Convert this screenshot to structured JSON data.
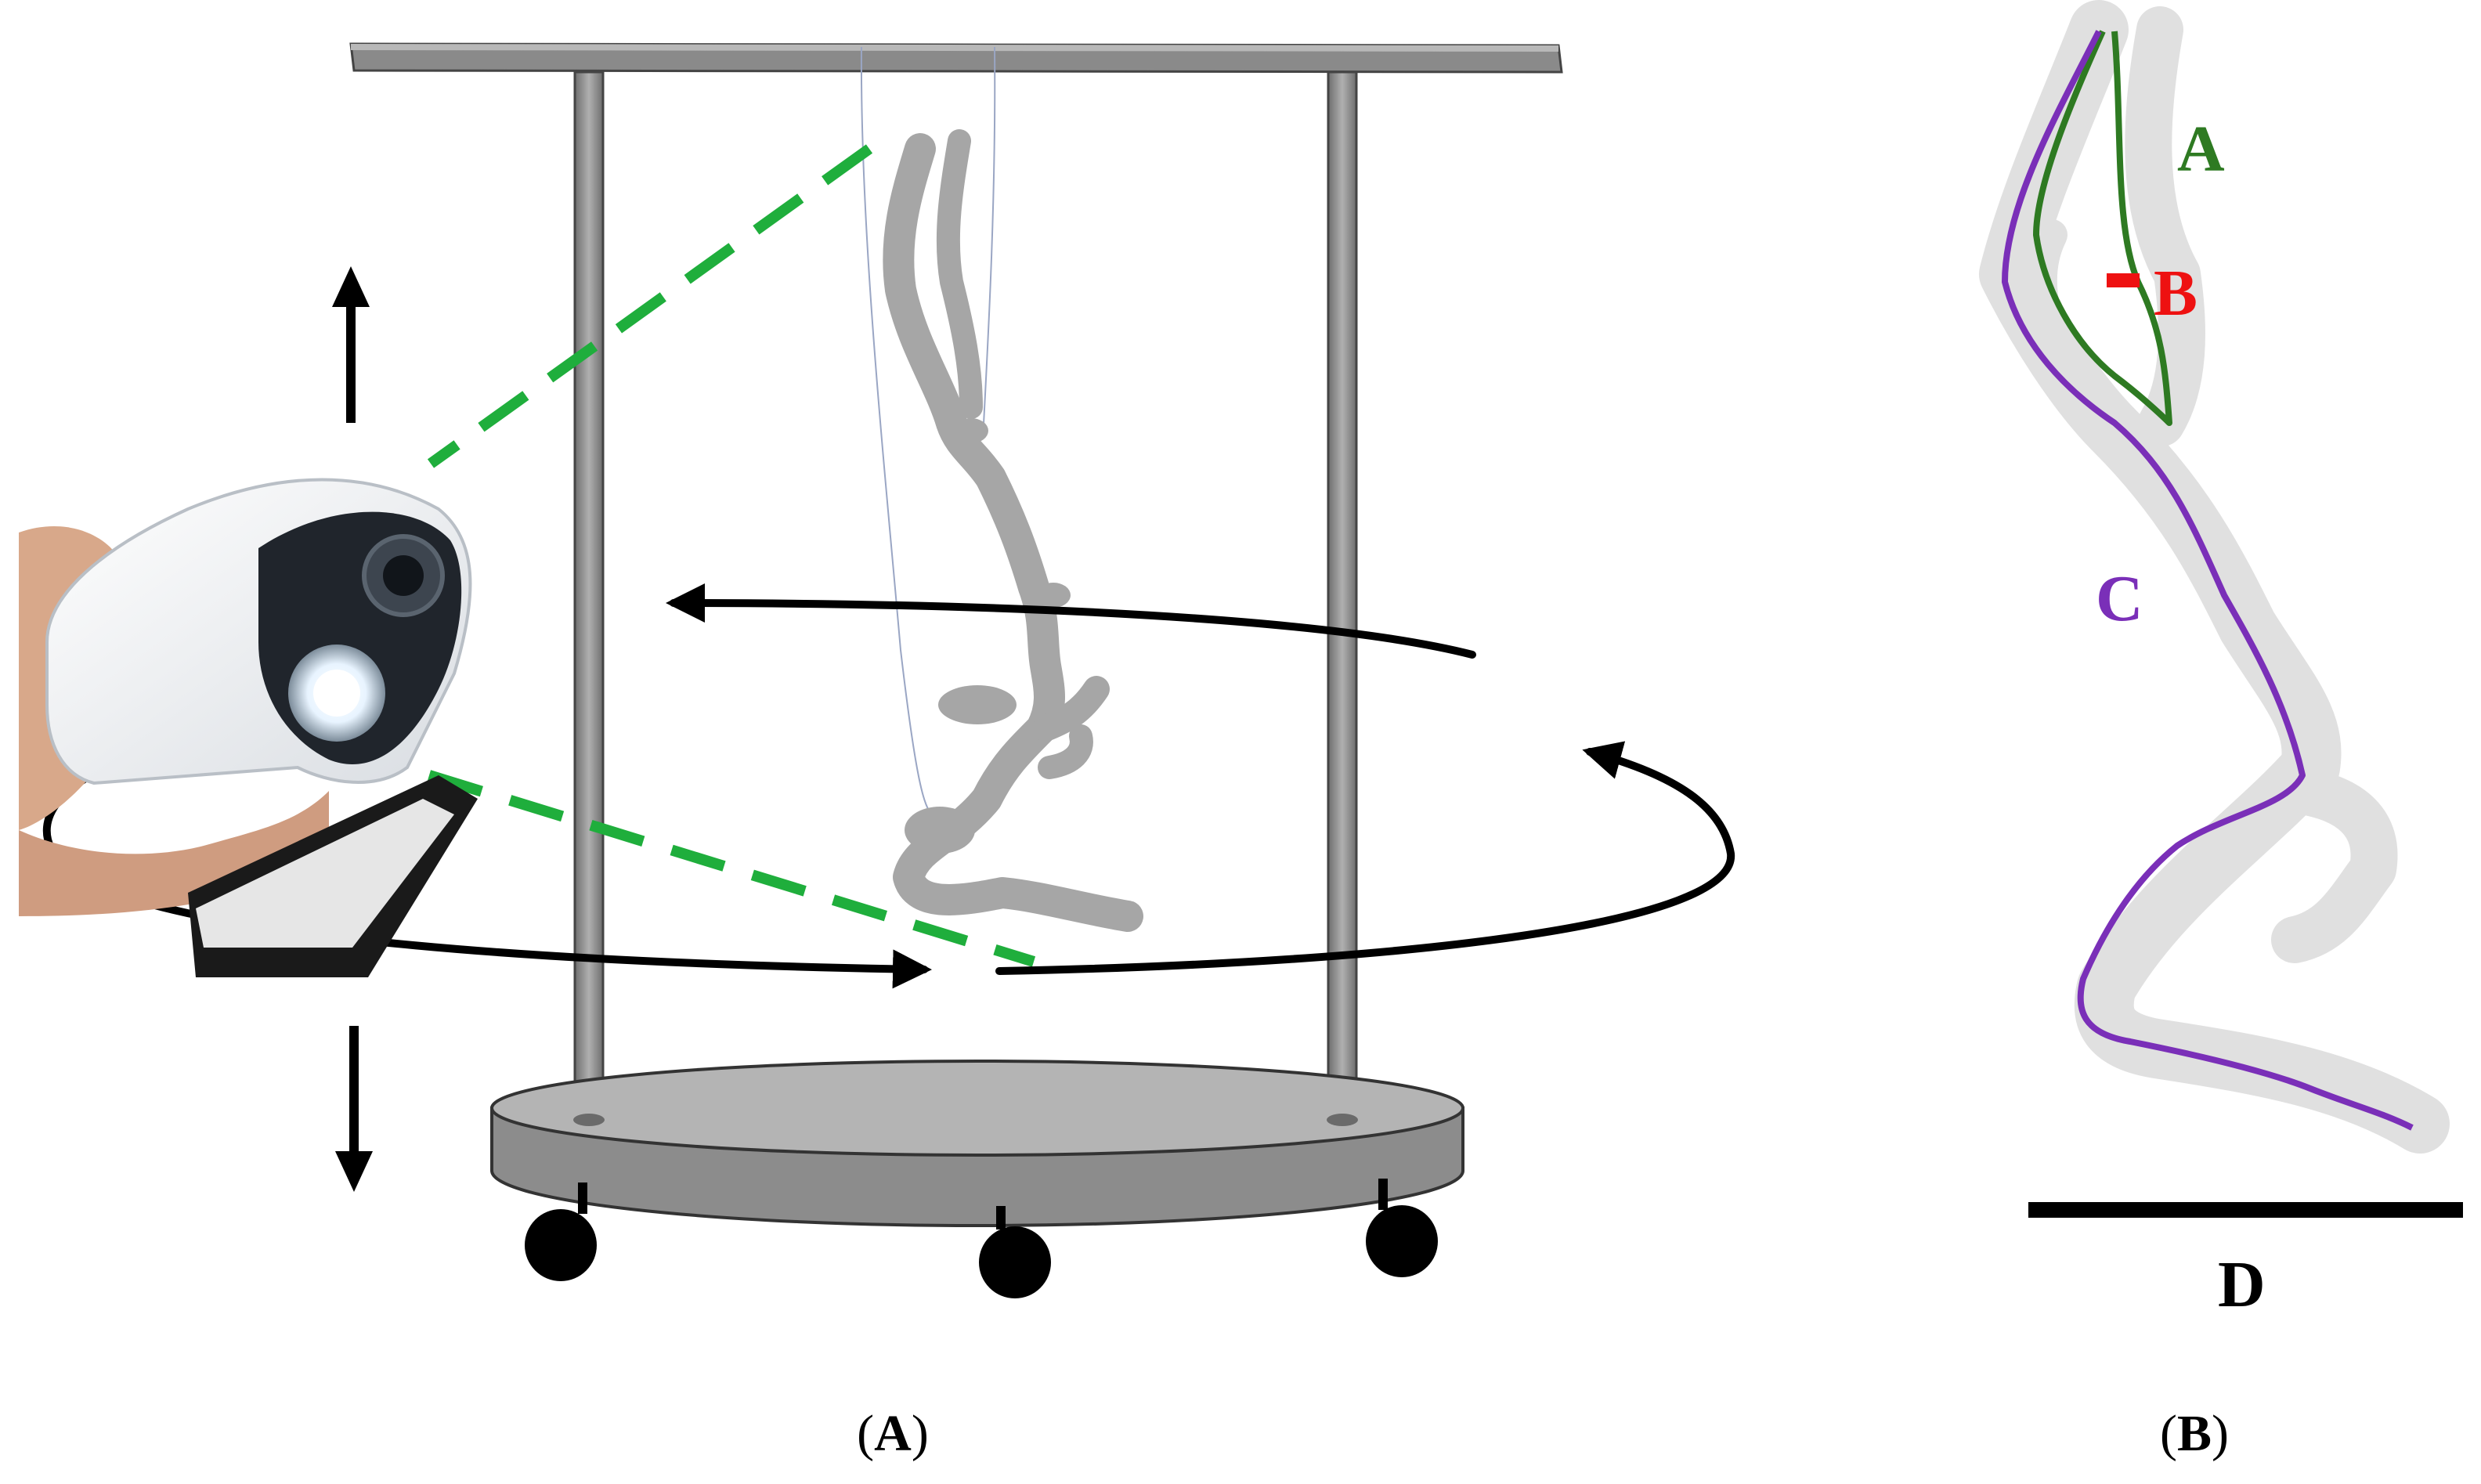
{
  "panels": [
    {
      "id": "A",
      "caption_open": "(",
      "caption_letter": "A",
      "caption_close": ")"
    },
    {
      "id": "B",
      "caption_open": "(",
      "caption_letter": "B",
      "caption_close": ")"
    }
  ],
  "labels": {
    "a": "A",
    "b": "B",
    "c": "C",
    "d": "D"
  },
  "colors": {
    "label_a": "#2e7a22",
    "label_b": "#ee1111",
    "label_c": "#7a2fb8",
    "label_d": "#000000",
    "scan_lines": "#1fae3c",
    "frame": "#888888",
    "vessel": "#a6a6a6"
  },
  "icons": [
    "up-arrow-icon",
    "down-arrow-icon",
    "rotation-arrow-icon",
    "handheld-scanner-icon"
  ]
}
